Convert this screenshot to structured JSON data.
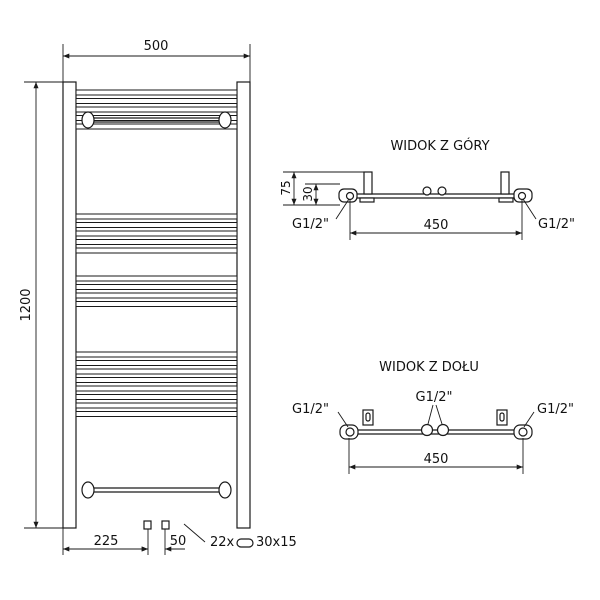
{
  "main_view": {
    "width_label": "500",
    "height_label": "1200",
    "offset_label": "225",
    "spacing_label": "50",
    "tube_label": "22x",
    "tube_size_label": "30x15",
    "tube_count": 22
  },
  "top_view": {
    "title": "WIDOK Z GÓRY",
    "depth_outer_label": "75",
    "depth_inner_label": "30",
    "connector_left": "G1/2\"",
    "connector_right": "G1/2\"",
    "span_label": "450"
  },
  "bottom_view": {
    "title": "WIDOK Z DOŁU",
    "connector_left": "G1/2\"",
    "connector_center": "G1/2\"",
    "connector_right": "G1/2\"",
    "span_label": "450"
  }
}
